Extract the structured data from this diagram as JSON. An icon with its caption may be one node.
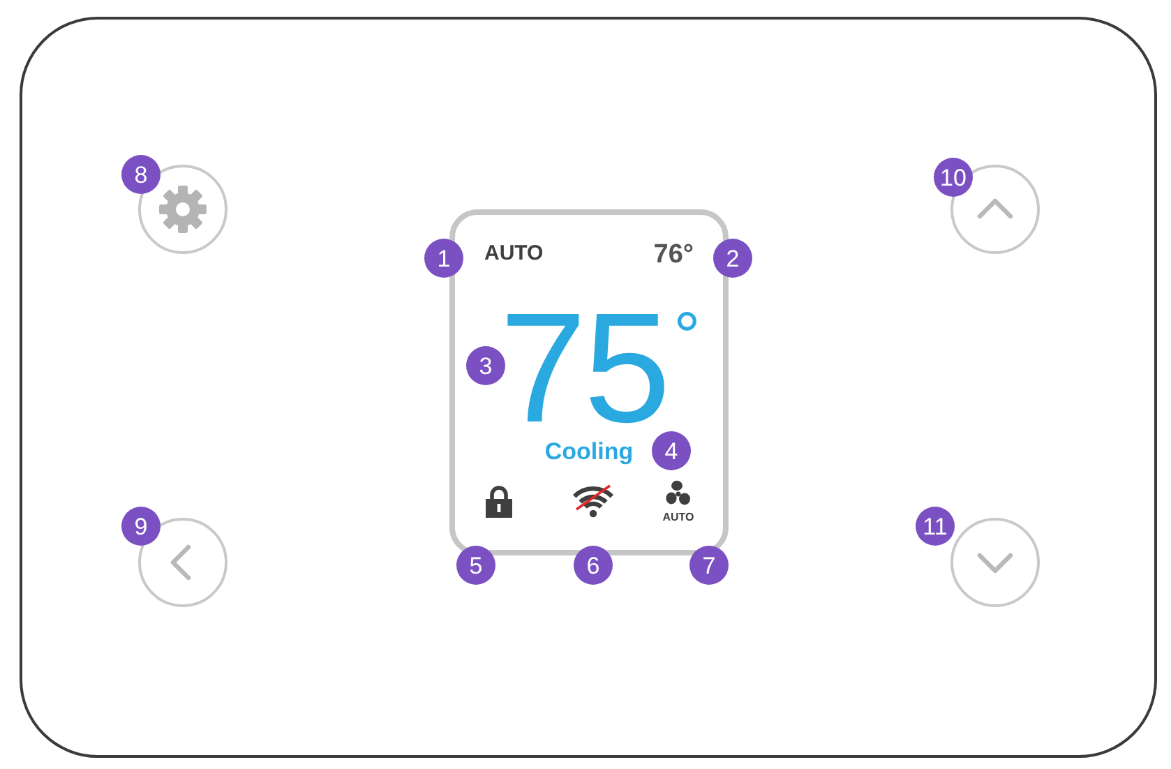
{
  "diagram": {
    "nodes": [
      {
        "text": [],
        "shape": "box"
      },
      {
        "text": [],
        "shape": "circle",
        "in": 0
      },
      {
        "text": [
          "AUTO",
          "76°",
          "75$^{°}$",
          "Cooling",
          "AUTO"
        ],
        "in": 0
      },
      {
        "text": [],
        "shape": "circle",
        "in": 0
      },
      {
        "text": [],
        "shape": "circle",
        "in": 0
      },
      {
        "text": [],
        "shape": "circle",
        "in": 0
      }
    ],
    "labels": [
      "8",
      "10",
      "1",
      "2",
      "3",
      "4",
      "9",
      "11",
      "5",
      "6",
      "7"
    ]
  }
}
